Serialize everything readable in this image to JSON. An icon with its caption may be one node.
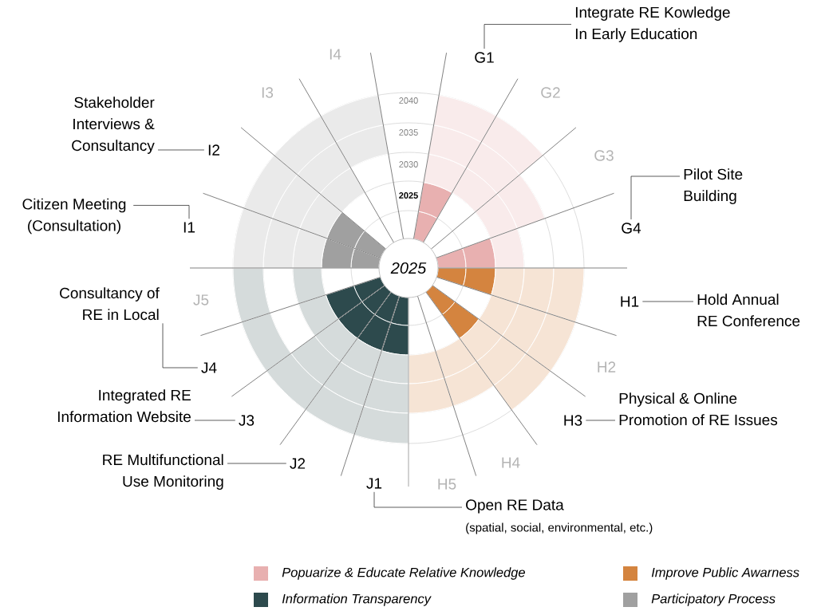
{
  "diagram": {
    "nodes": [
      {
        "text": [
          "Integrate RE Kowledge In Early Education"
        ]
      },
      {
        "text": [
          "G1"
        ]
      },
      {
        "text": [
          "Stakeholder Interviews & Consultancy"
        ]
      },
      {
        "text": [
          "I2"
        ]
      },
      {
        "text": [
          "Pilot Site Building"
        ]
      },
      {
        "text": [
          "Citizen Meeting (Consultation)"
        ]
      },
      {
        "text": [
          "I1"
        ]
      },
      {
        "text": [
          "G4"
        ]
      },
      {
        "text": [
          "2025"
        ]
      },
      {
        "text": [
          "Consultancy of RE in Local"
        ]
      },
      {
        "text": [
          "H1"
        ]
      },
      {
        "text": [
          "Hold Annual RE Conference"
        ]
      },
      {
        "text": [
          "J4"
        ]
      },
      {
        "text": [
          "Integrated RE Information Website"
        ]
      },
      {
        "text": [
          "J3"
        ]
      },
      {
        "text": [
          "H3"
        ]
      },
      {
        "text": [
          "Physical & Online Promotion of RE Issues"
        ]
      },
      {
        "text": [
          "RE Multifunctional Use Monitoring"
        ]
      },
      {
        "text": [
          "J2"
        ]
      },
      {
        "text": [
          "J1"
        ]
      },
      {
        "text": [
          "Open RE Data",
          "(spatial, social, environmental, etc.)"
        ]
      }
    ],
    "edges": [
      {
        "from": 0,
        "to": 1,
        "arrow": "none"
      },
      {
        "from": 2,
        "to": 3,
        "arrow": "none"
      },
      {
        "from": 4,
        "to": 7,
        "arrow": "none"
      },
      {
        "from": 5,
        "to": 6,
        "arrow": "none"
      },
      {
        "from": 9,
        "to": 12,
        "arrow": "none"
      },
      {
        "from": 10,
        "to": 11,
        "arrow": "none"
      },
      {
        "from": 13,
        "to": 14,
        "arrow": "none"
      },
      {
        "from": 15,
        "to": 16,
        "arrow": "none"
      },
      {
        "from": 17,
        "to": 18,
        "arrow": "none"
      },
      {
        "from": 19,
        "to": 20,
        "arrow": "none"
      }
    ],
    "labels": [
      "I4",
      "I3",
      "G2",
      "2040",
      "2035",
      "G3",
      "2030",
      "2025",
      "J5",
      "H2",
      "H4",
      "H5"
    ],
    "legend": [
      {
        "text": "Popuarize & Educate Relative Knowledge",
        "color": "#e8b0b0"
      },
      {
        "text": "Improve Public Awarness",
        "color": "#d4843f"
      },
      {
        "text": "Information Transparency",
        "color": "#2d4a4d"
      },
      {
        "text": "Participatory Process",
        "color": "#a0a0a0"
      }
    ]
  }
}
